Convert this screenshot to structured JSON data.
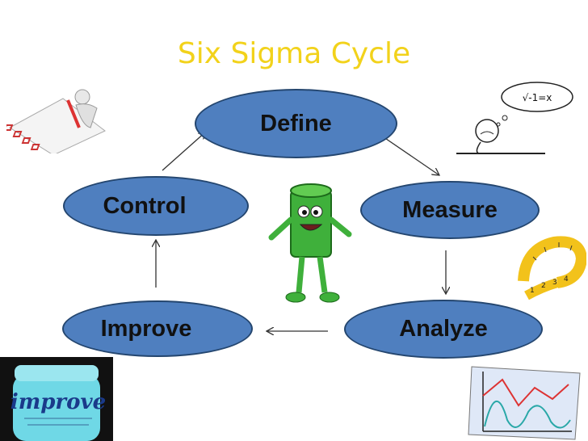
{
  "title": "Six Sigma Cycle",
  "nodes": {
    "define": "Define",
    "measure": "Measure",
    "analyze": "Analyze",
    "improve": "Improve",
    "control": "Control"
  },
  "clipart": {
    "thinker_formula": "√-1=x",
    "jar_brand": "improve",
    "tape_numbers": [
      "1",
      "2",
      "3",
      "4"
    ]
  },
  "colors": {
    "title": "#f2d21b",
    "node_fill": "#4f7fbf",
    "node_border": "#24466f",
    "arrow": "#333333"
  }
}
